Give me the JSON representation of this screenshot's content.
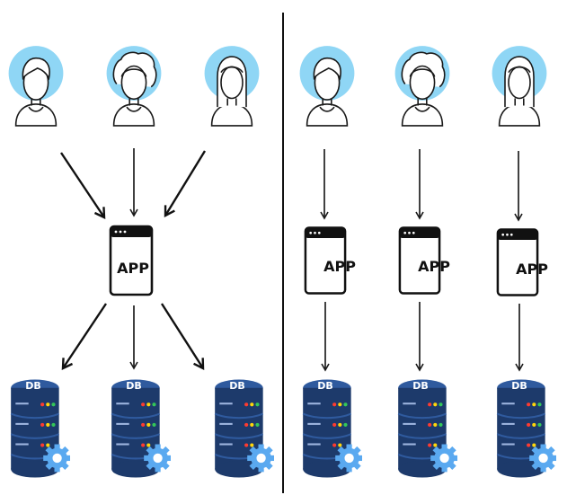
{
  "app_label": "APP",
  "db_label": "DB",
  "colors": {
    "avatar_circle": "#8fd6f5",
    "outline": "#1a1a1a",
    "db_body": "#1d3a6b",
    "db_ring": "#2f5a9e",
    "gear": "#5aa9f0",
    "led_red": "#ff3b30",
    "led_yellow": "#ffd60a",
    "led_green": "#34c759"
  },
  "left_panel": {
    "users": [
      {
        "icon": "user-short-hair-icon"
      },
      {
        "icon": "user-curly-hair-icon"
      },
      {
        "icon": "user-long-hair-icon"
      }
    ],
    "apps": 1,
    "databases": 3
  },
  "right_panel": {
    "users": [
      {
        "icon": "user-short-hair-icon"
      },
      {
        "icon": "user-curly-hair-icon"
      },
      {
        "icon": "user-long-hair-icon"
      }
    ],
    "apps": 3,
    "databases": 3
  }
}
